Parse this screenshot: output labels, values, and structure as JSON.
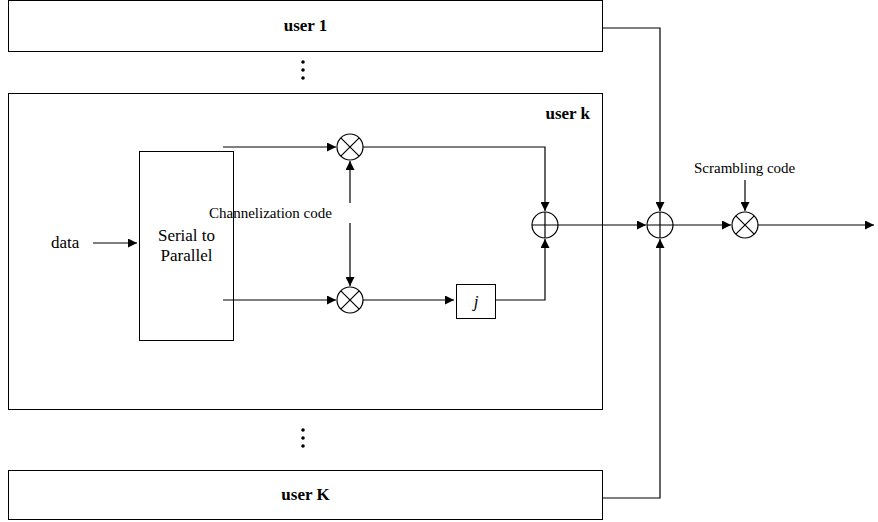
{
  "diagram": {
    "nodes": [
      {
        "text": [
          "user 1"
        ]
      },
      {
        "text": [
          "user k"
        ]
      },
      {
        "text": [
          "Serial to Parallel"
        ],
        "in": 1
      },
      {
        "text": [
          "j"
        ],
        "in": 1
      },
      {
        "text": [
          "user K"
        ]
      }
    ],
    "labels": [
      "data",
      "Channelization code",
      "Scrambling code"
    ]
  }
}
